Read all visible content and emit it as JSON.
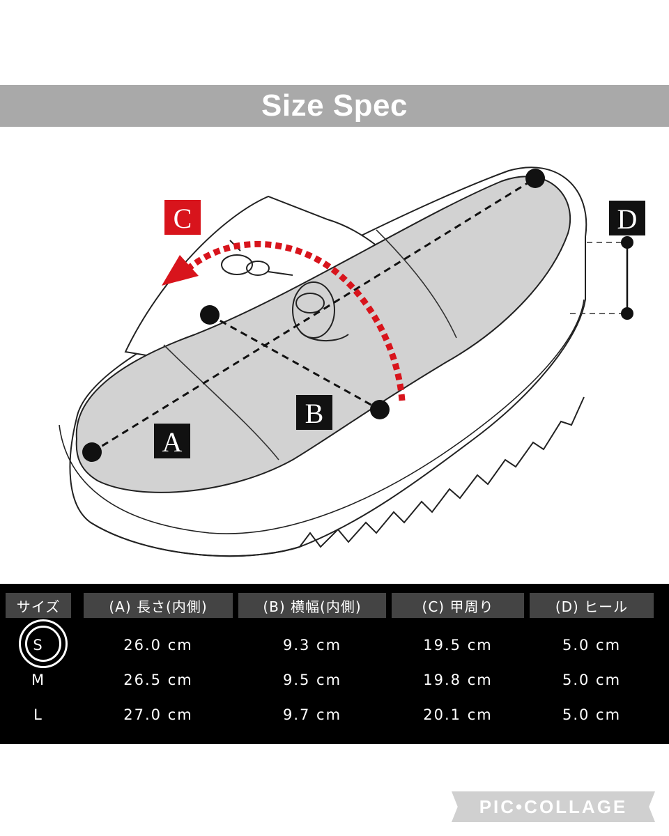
{
  "title": "Size Spec",
  "diagram": {
    "labels": {
      "a": "A",
      "b": "B",
      "c": "C",
      "d": "D"
    },
    "colors": {
      "accent_red": "#d8141c",
      "label_bg": "#111111",
      "sole_fill": "#d2d2d2"
    }
  },
  "table": {
    "headers": [
      "サイズ",
      "(A) 長さ(内側)",
      "(B) 横幅(内側)",
      "(C) 甲周り",
      "(D) ヒール"
    ],
    "rows": [
      {
        "size": "S",
        "a": "26.0 cm",
        "b": "9.3 cm",
        "c": "19.5 cm",
        "d": "5.0 cm"
      },
      {
        "size": "M",
        "a": "26.5 cm",
        "b": "9.5 cm",
        "c": "19.8 cm",
        "d": "5.0 cm"
      },
      {
        "size": "L",
        "a": "27.0 cm",
        "b": "9.7 cm",
        "c": "20.1 cm",
        "d": "5.0 cm"
      }
    ],
    "highlighted_size": "S"
  },
  "watermark": "PIC•COLLAGE"
}
